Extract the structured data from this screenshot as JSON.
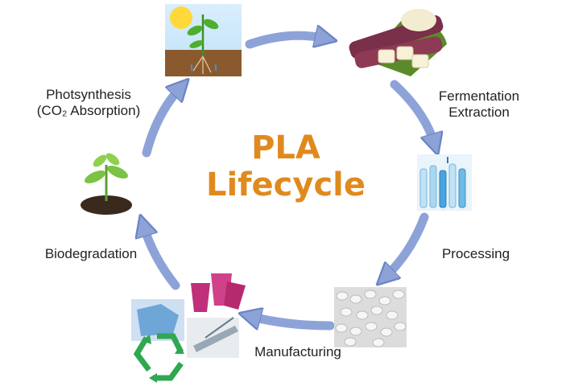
{
  "title": {
    "line1": "PLA",
    "line2": "Lifecycle"
  },
  "stages": {
    "photosynthesis": {
      "line1": "Photsynthesis",
      "line2": "(CO₂ Absorption)"
    },
    "fermentation": {
      "line1": "Fermentation",
      "line2": "Extraction"
    },
    "processing": "Processing",
    "manufacturing": "Manufacturing",
    "biodegradation": "Biodegradation"
  },
  "colors": {
    "title": "#e08a1e",
    "arrow": "#8da3d8",
    "arrow_edge": "#6d84c4",
    "text": "#222222"
  }
}
